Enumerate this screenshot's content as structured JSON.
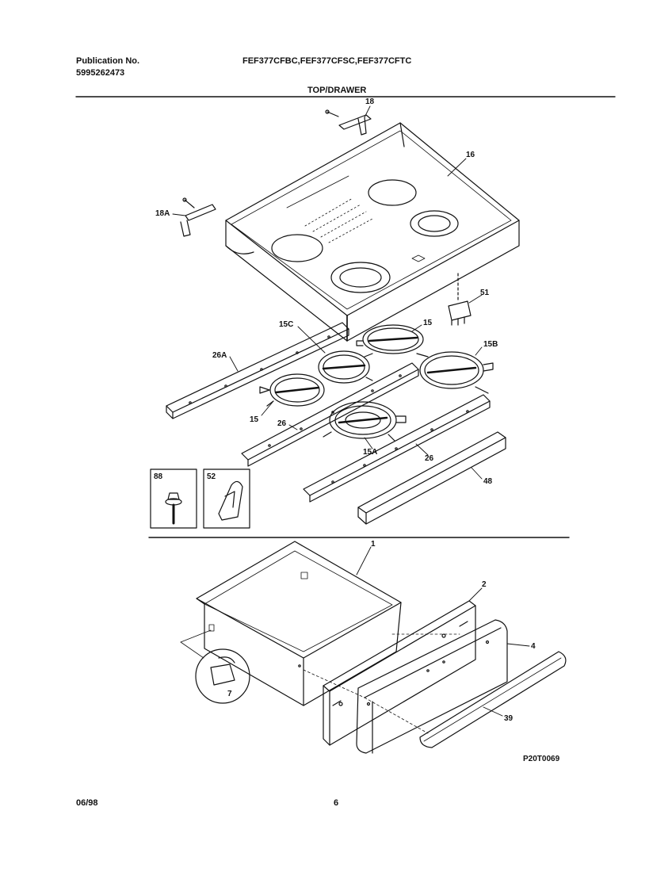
{
  "header": {
    "publication_label": "Publication No.",
    "publication_number": "5995262473",
    "models": "FEF377CFBC,FEF377CFSC,FEF377CFTC",
    "section_title": "TOP/DRAWER"
  },
  "parts": {
    "p18": "18",
    "p18A": "18A",
    "p16": "16",
    "p51": "51",
    "p15C": "15C",
    "p15_top": "15",
    "p15B": "15B",
    "p26A": "26A",
    "p15_left": "15",
    "p26_left": "26",
    "p15A": "15A",
    "p26_right": "26",
    "p48": "48",
    "p88": "88",
    "p52": "52",
    "p1": "1",
    "p2": "2",
    "p4": "4",
    "p39": "39",
    "p7": "7"
  },
  "figure_code": "P20T0069",
  "footer": {
    "date": "06/98",
    "page": "6"
  }
}
